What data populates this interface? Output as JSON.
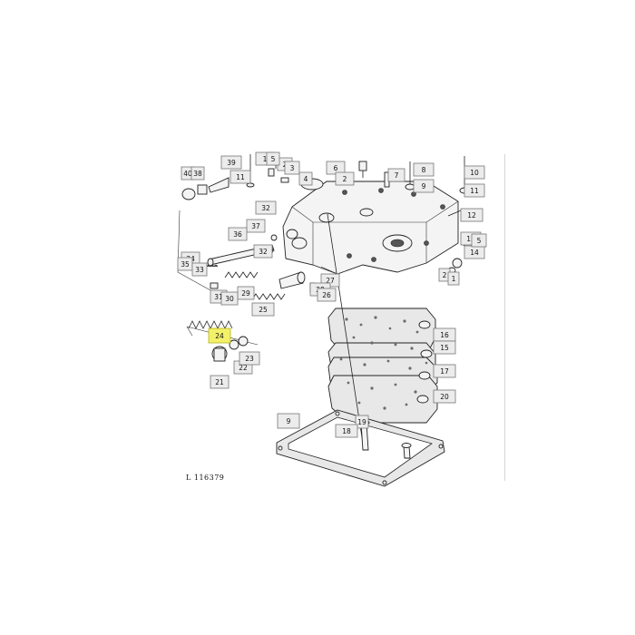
{
  "diagram": {
    "figure_id": "L 116379",
    "highlighted_ref": "24",
    "refs": [
      "40",
      "38",
      "39",
      "11",
      "1",
      "2",
      "3",
      "5",
      "6",
      "2",
      "7",
      "8",
      "9",
      "10",
      "11",
      "4",
      "32",
      "37",
      "36",
      "32",
      "34",
      "35",
      "33",
      "31",
      "29",
      "30",
      "27",
      "28",
      "26",
      "25",
      "24",
      "21",
      "22",
      "23",
      "12",
      "13",
      "14",
      "2",
      "1",
      "5",
      "16",
      "15",
      "17",
      "20",
      "9",
      "19",
      "18"
    ]
  }
}
